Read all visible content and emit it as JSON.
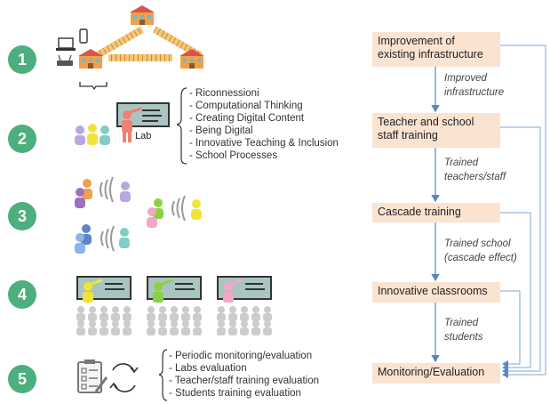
{
  "steps": [
    {
      "number": "1"
    },
    {
      "number": "2"
    },
    {
      "number": "3"
    },
    {
      "number": "4"
    },
    {
      "number": "5"
    }
  ],
  "lab_label": "Lab",
  "step2_items": [
    "- Riconnessioni",
    "- Computational Thinking",
    "- Creating Digital Content",
    "- Being Digital",
    "- Innovative Teaching & Inclusion",
    "- School Processes"
  ],
  "step5_items": [
    "- Periodic monitoring/evaluation",
    "- Labs evaluation",
    "- Teacher/staff training evaluation",
    "- Students training evaluation"
  ],
  "flow_boxes": [
    {
      "line1": "Improvement of",
      "line2": "existing infrastructure"
    },
    {
      "line1": "Teacher and school",
      "line2": "staff training"
    },
    {
      "line1": "Cascade training",
      "line2": ""
    },
    {
      "line1": "Innovative classrooms",
      "line2": ""
    },
    {
      "line1": "Monitoring/Evaluation",
      "line2": ""
    }
  ],
  "flow_edges": [
    {
      "line1": "Improved",
      "line2": "infrastructure"
    },
    {
      "line1": "Trained",
      "line2": "teachers/staff"
    },
    {
      "line1": "Trained school",
      "line2": "(cascade effect)"
    },
    {
      "line1": "Trained",
      "line2": "students"
    }
  ],
  "colors": {
    "step_circle": "#4caf7d",
    "box_fill": "#fbe3d2",
    "feedback_line": "#7fa7d6",
    "teacher_red": "#f08070",
    "teacher_yellow": "#f2e33a",
    "teacher_green": "#8cd143",
    "teacher_pink": "#f4a6c6",
    "board": "#a9c5c2",
    "student_gray": "#c8c8c8"
  }
}
